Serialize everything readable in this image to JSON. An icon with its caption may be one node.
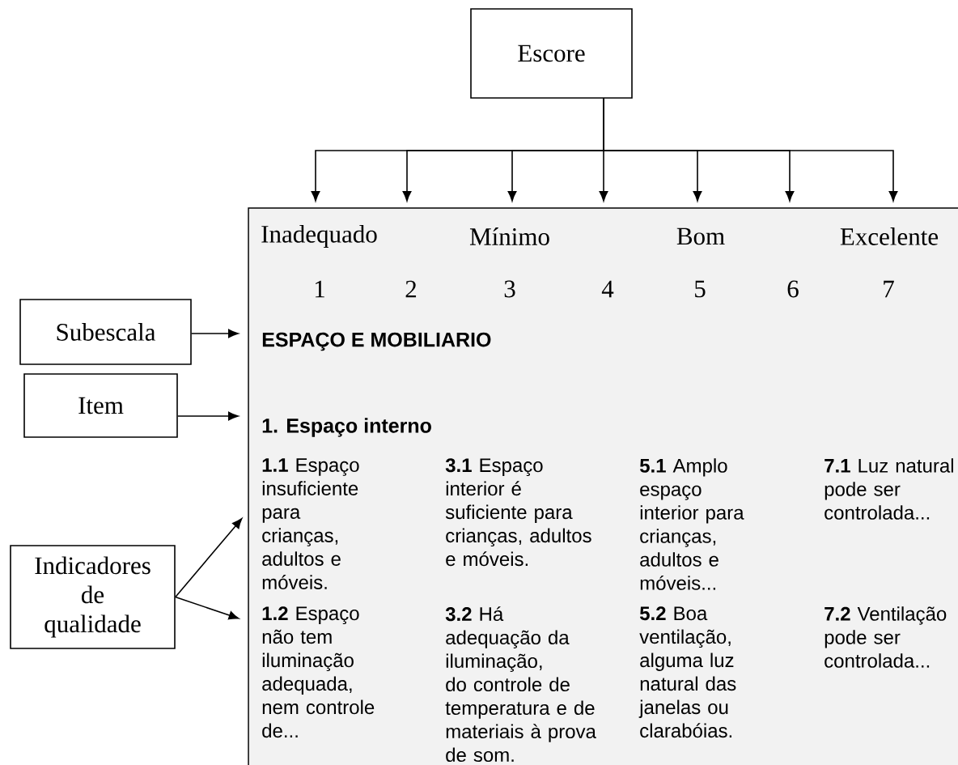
{
  "diagram": {
    "nodes": [
      {
        "text": [
          "Escore"
        ]
      },
      {
        "text": [
          "Inadequado",
          "Mínimo",
          "Bom",
          "Excelente",
          "1",
          "2",
          "3",
          "4",
          "5",
          "6",
          "7",
          "ESPAÇO E MOBILIARIO",
          "1. Espaço interno",
          "**1.1** Espaço insuficiente para crianças, adultos e móveis.",
          "**3.1** Espaço interior é suficiente para crianças, adultos e móveis.",
          "**5.1** Amplo espaço interior para crianças, adultos e móveis...",
          "**7.1** Luz natural pode ser controlada...",
          "**1.2** Espaço não tem iluminação adequada, nem controle de...",
          "**3.2** Há adequação da iluminação, do controle de temperatura e de materiais à prova de som.",
          "**5.2** Boa ventilação, alguma luz natural das janelas ou clarabóias.",
          "**7.2** Ventilação pode ser controlada..."
        ]
      },
      {
        "text": [
          "Subescala"
        ]
      },
      {
        "text": [
          "Item"
        ]
      },
      {
        "text": [
          "Indicadores de qualidade"
        ]
      }
    ],
    "edges": [
      {
        "from": 0,
        "to": 1,
        "arrow": "to"
      },
      {
        "from": 0,
        "to": 1,
        "arrow": "to"
      },
      {
        "from": 0,
        "to": 1,
        "arrow": "to"
      },
      {
        "from": 0,
        "to": 1,
        "arrow": "to"
      },
      {
        "from": 0,
        "to": 1,
        "arrow": "to"
      },
      {
        "from": 0,
        "to": 1,
        "arrow": "to"
      },
      {
        "from": 0,
        "to": 1,
        "arrow": "to"
      },
      {
        "from": 2,
        "to": 1,
        "arrow": "to"
      },
      {
        "from": 3,
        "to": 1,
        "arrow": "to"
      },
      {
        "from": 4,
        "to": 1,
        "arrow": "to"
      },
      {
        "from": 4,
        "to": 1,
        "arrow": "to"
      }
    ]
  }
}
